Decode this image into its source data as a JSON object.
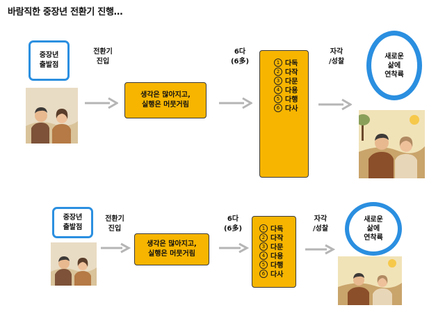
{
  "title": "바람직한 중장년 전환기 진행…",
  "flow_top": {
    "start_line1": "중장년",
    "start_line2": "출발점",
    "entry_line1": "전환기",
    "entry_line2": "진입",
    "middle_line1": "생각은 많아지고,",
    "middle_line2": "실행은 머뭇거림",
    "six_line1": "6다",
    "six_line2": "(6多)",
    "items": [
      {
        "num": "1",
        "label": "다독"
      },
      {
        "num": "2",
        "label": "다작"
      },
      {
        "num": "3",
        "label": "다문"
      },
      {
        "num": "4",
        "label": "다용"
      },
      {
        "num": "5",
        "label": "다행"
      },
      {
        "num": "6",
        "label": "다사"
      }
    ],
    "reflect_line1": "자각",
    "reflect_line2": "/성찰",
    "goal_line1": "새로운",
    "goal_line2": "삶에",
    "goal_line3": "연착륙"
  },
  "flow_bottom": {
    "start_line1": "중장년",
    "start_line2": "출발점",
    "entry_line1": "전환기",
    "entry_line2": "진입",
    "middle_line1": "생각은 많아지고,",
    "middle_line2": "실행은 머뭇거림",
    "six_line1": "6다",
    "six_line2": "(6多)",
    "items": [
      {
        "num": "1",
        "label": "다독"
      },
      {
        "num": "2",
        "label": "다작"
      },
      {
        "num": "3",
        "label": "다문"
      },
      {
        "num": "4",
        "label": "다용"
      },
      {
        "num": "5",
        "label": "다행"
      },
      {
        "num": "6",
        "label": "다사"
      }
    ],
    "reflect_line1": "자각",
    "reflect_line2": "/성찰",
    "goal_line1": "새로운",
    "goal_line2": "삶에",
    "goal_line3": "연착륙"
  },
  "colors": {
    "accent_blue": "#2b8fe0",
    "box_yellow": "#f7b500",
    "arrow_gray": "#b5b5b5"
  }
}
